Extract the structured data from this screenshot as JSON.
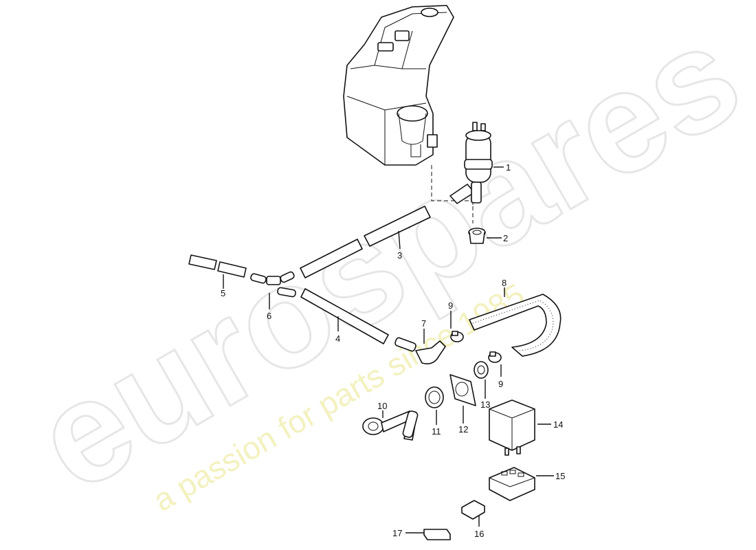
{
  "watermark": {
    "brand": "eurospares",
    "tagline": "a passion for parts since 1985"
  },
  "callouts": [
    {
      "id": "1",
      "text": "1"
    },
    {
      "id": "2",
      "text": "2"
    },
    {
      "id": "3",
      "text": "3"
    },
    {
      "id": "4",
      "text": "4"
    },
    {
      "id": "5",
      "text": "5"
    },
    {
      "id": "6",
      "text": "6"
    },
    {
      "id": "7",
      "text": "7"
    },
    {
      "id": "8",
      "text": "8"
    },
    {
      "id": "9a",
      "text": "9"
    },
    {
      "id": "9b",
      "text": "9"
    },
    {
      "id": "10",
      "text": "10"
    },
    {
      "id": "11",
      "text": "11"
    },
    {
      "id": "12",
      "text": "12"
    },
    {
      "id": "13",
      "text": "13"
    },
    {
      "id": "14",
      "text": "14"
    },
    {
      "id": "15",
      "text": "15"
    },
    {
      "id": "16",
      "text": "16"
    },
    {
      "id": "17",
      "text": "17"
    }
  ],
  "colors": {
    "line": "#111111",
    "watermark_outline": "#e6e6e6",
    "watermark_tagline": "#f1efb4"
  }
}
